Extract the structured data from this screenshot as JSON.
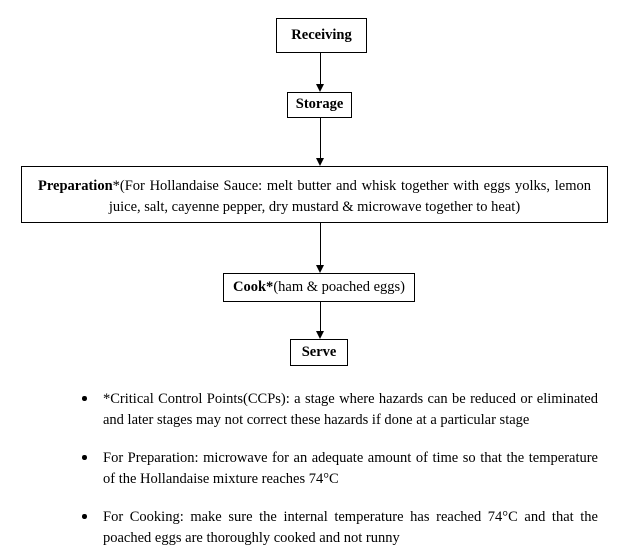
{
  "document": {
    "type": "process-flow-diagram",
    "subject": "HACCP food preparation flow chart"
  },
  "flow": {
    "nodes": [
      {
        "id": "receiving",
        "lead": "Receiving",
        "rest": ""
      },
      {
        "id": "storage",
        "lead": "Storage",
        "rest": ""
      },
      {
        "id": "preparation",
        "lead": "Preparation",
        "rest": "*(For Hollandaise Sauce: melt butter and whisk together with eggs yolks, lemon juice, salt, cayenne pepper, dry mustard & microwave together to heat)"
      },
      {
        "id": "cook",
        "lead": "Cook*",
        "rest": "(ham & poached eggs)"
      },
      {
        "id": "serve",
        "lead": "Serve",
        "rest": ""
      }
    ],
    "connectors": [
      {
        "id": "receiving-storage",
        "from": "receiving",
        "to": "storage",
        "direction": "down"
      },
      {
        "id": "storage-preparation",
        "from": "storage",
        "to": "preparation",
        "direction": "down"
      },
      {
        "id": "preparation-cook",
        "from": "preparation",
        "to": "cook",
        "direction": "down"
      },
      {
        "id": "cook-serve",
        "from": "cook",
        "to": "serve",
        "direction": "down"
      }
    ]
  },
  "notes": {
    "items": [
      {
        "text": "*Critical Control Points(CCPs): a stage where hazards can be reduced or eliminated and later stages may not correct these hazards if done at a particular stage"
      },
      {
        "text": "For Preparation: microwave for an adequate amount of time so that the temperature of the Hollandaise mixture reaches 74°C"
      },
      {
        "text": "For Cooking: make sure the internal temperature has reached 74°C and that the poached eggs are thoroughly cooked and not runny"
      }
    ]
  },
  "style": {
    "page_background": "#ffffff",
    "text_color": "#000000",
    "border_color": "#000000"
  }
}
